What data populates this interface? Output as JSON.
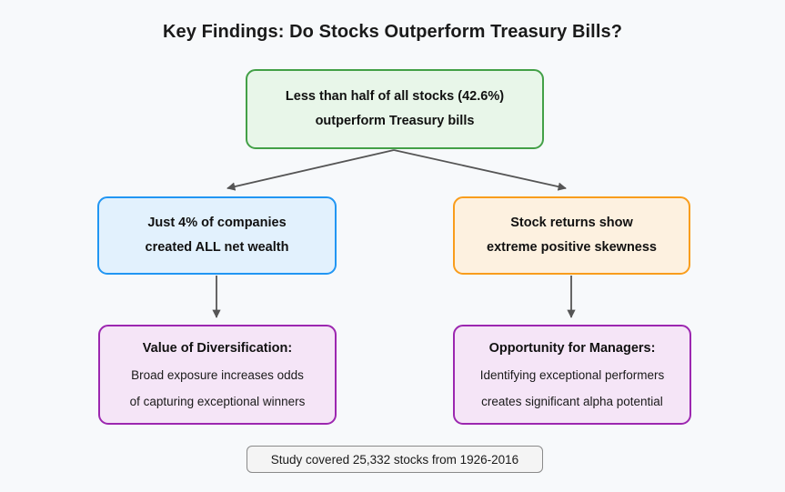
{
  "page": {
    "background_color": "#f7f9fb",
    "title": "Key Findings: Do Stocks Outperform Treasury Bills?"
  },
  "diagram": {
    "type": "flowchart",
    "edge_color": "#555555",
    "nodes": {
      "root": {
        "id": "root",
        "line1": "Less than half of all stocks (42.6%)",
        "line2": "outperform Treasury bills",
        "border_color": "#43a047",
        "fill_color": "#e8f6e9"
      },
      "left_mid": {
        "id": "left-mid",
        "line1": "Just 4% of companies",
        "line2": "created ALL net wealth",
        "border_color": "#2196f3",
        "fill_color": "#e2f1fd"
      },
      "right_mid": {
        "id": "right-mid",
        "line1": "Stock returns show",
        "line2": "extreme positive skewness",
        "border_color": "#f99d1c",
        "fill_color": "#fdf1e0"
      },
      "left_leaf": {
        "id": "left-leaf",
        "heading": "Value of Diversification:",
        "line1": "Broad exposure increases odds",
        "line2": "of capturing exceptional winners",
        "border_color": "#9c27b0",
        "fill_color": "#f5e5f7"
      },
      "right_leaf": {
        "id": "right-leaf",
        "heading": "Opportunity for Managers:",
        "line1": "Identifying exceptional performers",
        "line2": "creates significant alpha potential",
        "border_color": "#9c27b0",
        "fill_color": "#f5e5f7"
      }
    }
  },
  "footer": {
    "note": "Study covered 25,332 stocks from 1926-2016"
  }
}
